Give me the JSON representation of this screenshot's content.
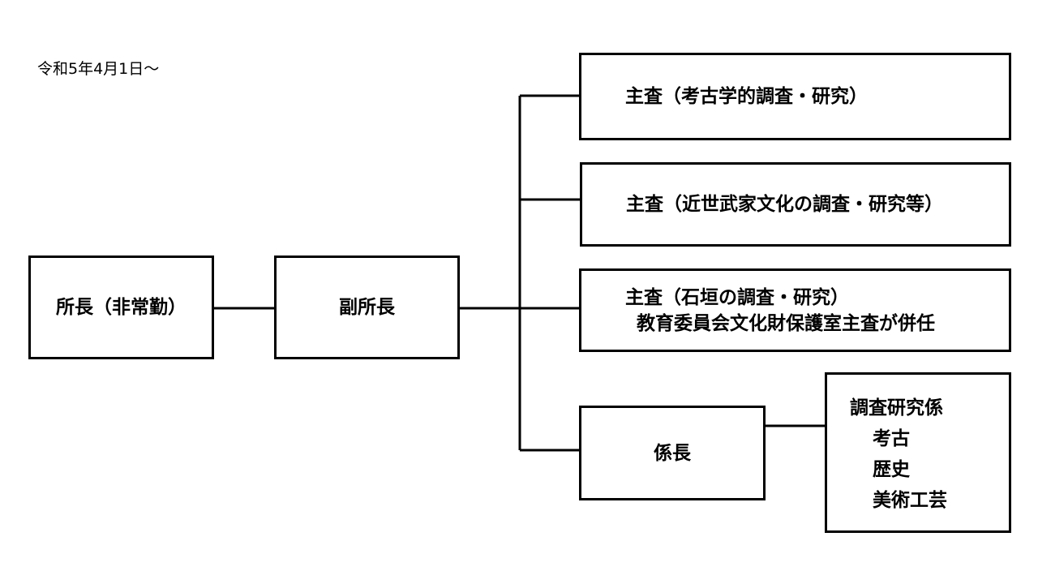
{
  "date": "令和5年4月1日～",
  "nodes": {
    "director": "所長（非常勤）",
    "vice_director": "副所長",
    "chief1": "主査（考古学的調査・研究）",
    "chief2": "主査（近世武家文化の調査・研究等）",
    "chief3_line1": "主査（石垣の調査・研究）",
    "chief3_line2": "教育委員会文化財保護室主査が併任",
    "section_chief": "係長",
    "research": {
      "title": "調査研究係",
      "items": [
        "考古",
        "歴史",
        "美術工芸"
      ]
    }
  },
  "colors": {
    "line": "#000000",
    "box_fill": "#ffffff"
  }
}
